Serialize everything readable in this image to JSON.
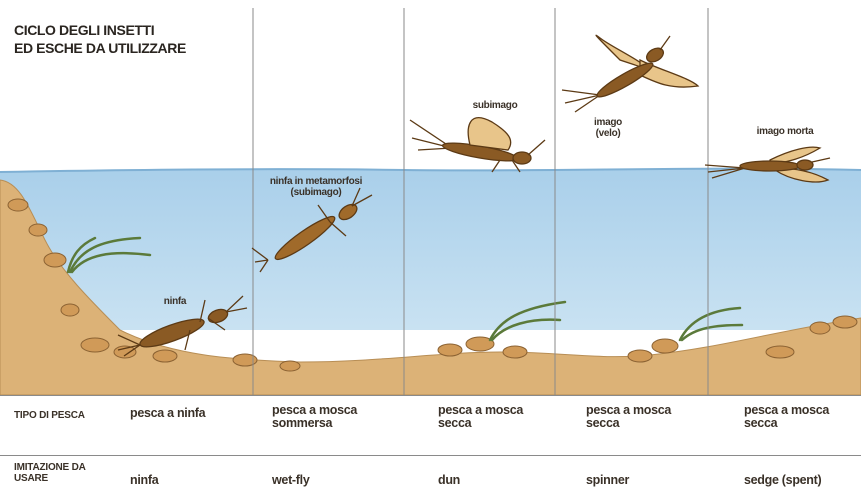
{
  "title": {
    "line1": "CICLO DEGLI INSETTI",
    "line2": "ED ESCHE DA UTILIZZARE"
  },
  "stages": [
    {
      "label": "ninfa"
    },
    {
      "label": "ninfa in metamorfosi (subimago)"
    },
    {
      "label": "subimago"
    },
    {
      "label": "imago (velo)"
    },
    {
      "label": "imago morta"
    }
  ],
  "row_tipo": {
    "header": "TIPO DI PESCA",
    "values": [
      "pesca a ninfa",
      "pesca a mosca sommersa",
      "pesca a mosca secca",
      "pesca a mosca secca",
      "pesca a mosca secca"
    ]
  },
  "row_imitazione": {
    "header": "IMITAZIONE DA USARE",
    "values": [
      "ninfa",
      "wet-fly",
      "dun",
      "spinner",
      "sedge (spent)"
    ]
  },
  "colors": {
    "water": "#b9d9ee",
    "sand": "#dcb277",
    "insect": "#8a5a24",
    "wing": "#e8c58a"
  }
}
